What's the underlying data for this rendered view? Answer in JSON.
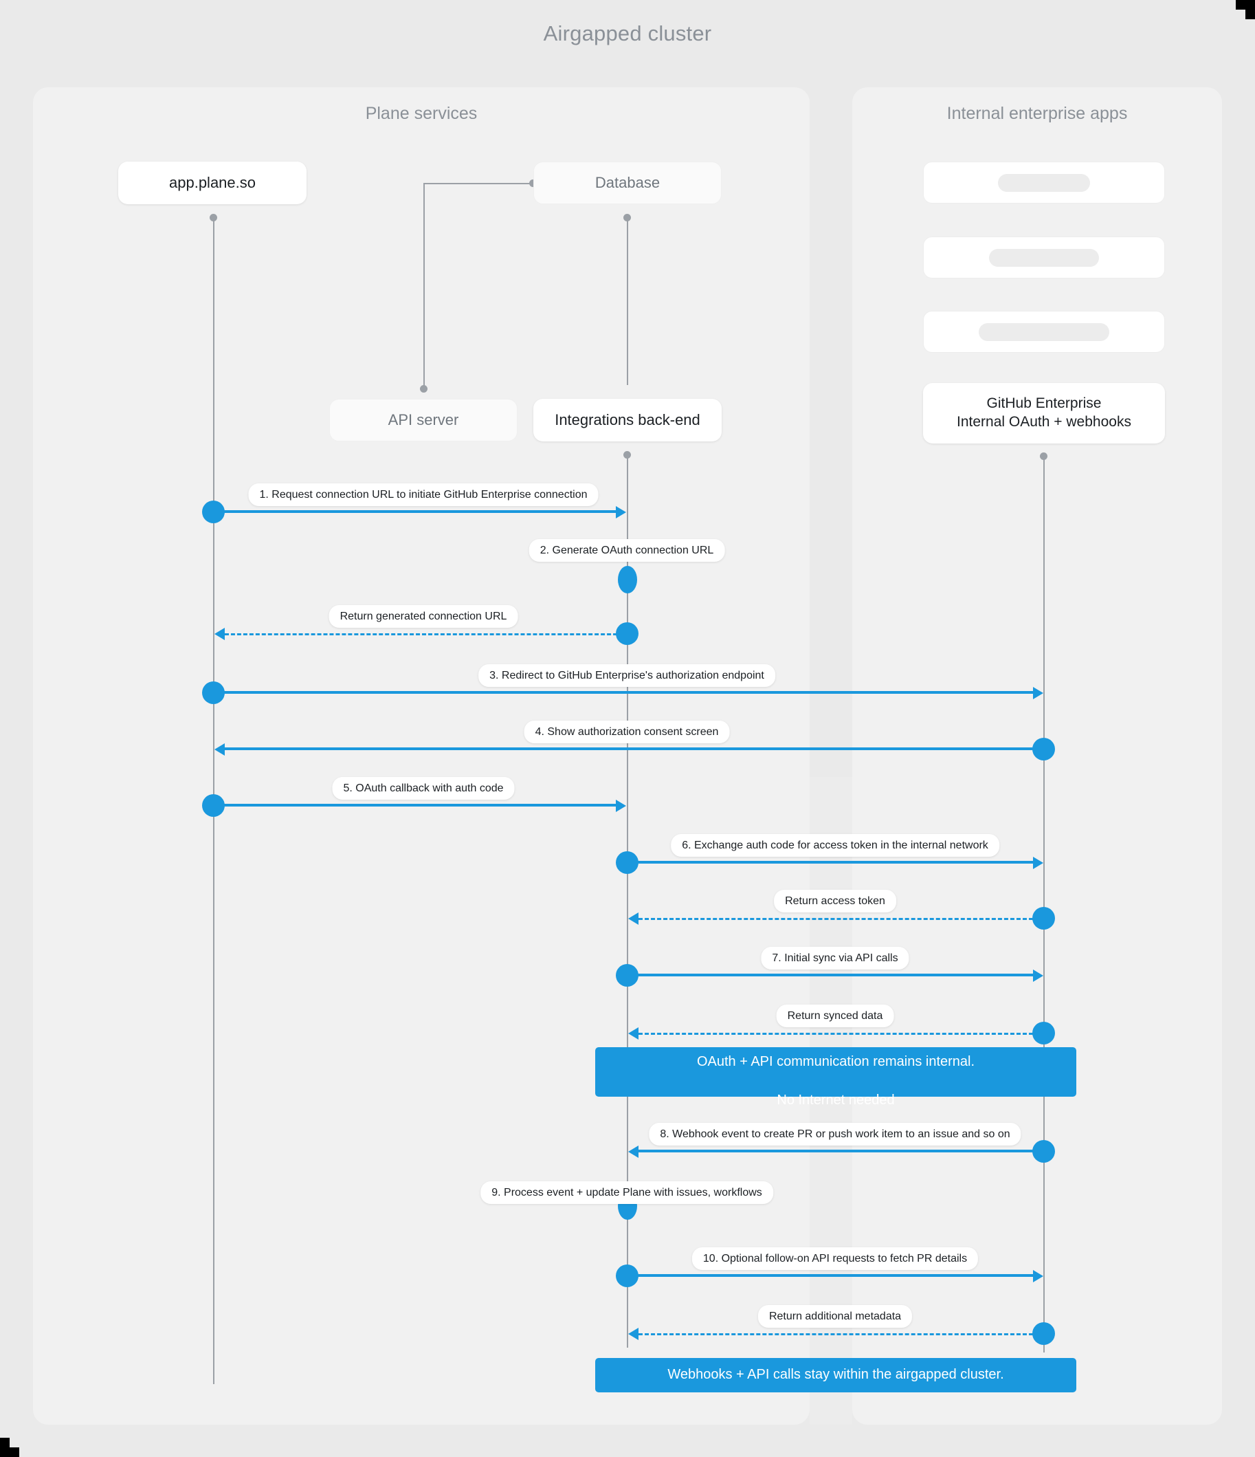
{
  "diagram": {
    "title": "Airgapped cluster",
    "accent_color": "#1a98dd",
    "background_color": "#eaeaea",
    "panel_color": "#f1f1f1",
    "lifeline_color": "#9ba0a6"
  },
  "panels": [
    {
      "id": "plane",
      "title": "Plane services"
    },
    {
      "id": "enterprise",
      "title": "Internal enterprise apps"
    }
  ],
  "participants": {
    "app_plane": "app.plane.so",
    "database": "Database",
    "api_server": "API server",
    "integrations_backend": "Integrations back-end",
    "github_enterprise": "GitHub Enterprise\nInternal OAuth + webhooks",
    "github_enterprise_line1": "GitHub Enterprise",
    "github_enterprise_line2": "Internal OAuth + webhooks"
  },
  "messages": [
    {
      "n": 1,
      "label": "1. Request connection URL to initiate GitHub Enterprise connection",
      "from": "app_plane",
      "to": "integrations_backend",
      "style": "solid",
      "direction": "right"
    },
    {
      "n": 2,
      "label": "2. Generate OAuth connection URL",
      "from": "integrations_backend",
      "to": "integrations_backend",
      "style": "self",
      "direction": "self"
    },
    {
      "n": 3,
      "label": "Return generated connection URL",
      "from": "integrations_backend",
      "to": "app_plane",
      "style": "dashed",
      "direction": "left"
    },
    {
      "n": 4,
      "label": "3. Redirect to GitHub Enterprise's authorization endpoint",
      "from": "app_plane",
      "to": "github_enterprise",
      "style": "solid",
      "direction": "right"
    },
    {
      "n": 5,
      "label": "4. Show authorization consent screen",
      "from": "github_enterprise",
      "to": "app_plane",
      "style": "solid",
      "direction": "left"
    },
    {
      "n": 6,
      "label": "5. OAuth callback with auth code",
      "from": "app_plane",
      "to": "integrations_backend",
      "style": "solid",
      "direction": "right"
    },
    {
      "n": 7,
      "label": "6. Exchange auth code for access token in the internal network",
      "from": "integrations_backend",
      "to": "github_enterprise",
      "style": "solid",
      "direction": "right"
    },
    {
      "n": 8,
      "label": "Return access token",
      "from": "github_enterprise",
      "to": "integrations_backend",
      "style": "dashed",
      "direction": "left"
    },
    {
      "n": 9,
      "label": "7. Initial sync via API calls",
      "from": "integrations_backend",
      "to": "github_enterprise",
      "style": "solid",
      "direction": "right"
    },
    {
      "n": 10,
      "label": "Return synced data",
      "from": "github_enterprise",
      "to": "integrations_backend",
      "style": "dashed",
      "direction": "left"
    },
    {
      "n": 11,
      "label": "8. Webhook event to create PR  or push work item to an issue  and so on",
      "from": "github_enterprise",
      "to": "integrations_backend",
      "style": "solid",
      "direction": "left"
    },
    {
      "n": 12,
      "label": "9. Process event + update Plane with issues, workflows",
      "from": "integrations_backend",
      "to": "integrations_backend",
      "style": "self",
      "direction": "self"
    },
    {
      "n": 13,
      "label": "10. Optional follow-on API requests to fetch PR details",
      "from": "integrations_backend",
      "to": "github_enterprise",
      "style": "solid",
      "direction": "right"
    },
    {
      "n": 14,
      "label": "Return additional metadata",
      "from": "github_enterprise",
      "to": "integrations_backend",
      "style": "dashed",
      "direction": "left"
    }
  ],
  "notes": [
    {
      "id": "internal",
      "line1": "OAuth + API communication remains internal.",
      "line2": "No Internet needed"
    },
    {
      "id": "webhooks",
      "line1": "Webhooks + API calls stay within the airgapped cluster.",
      "line2": ""
    }
  ]
}
